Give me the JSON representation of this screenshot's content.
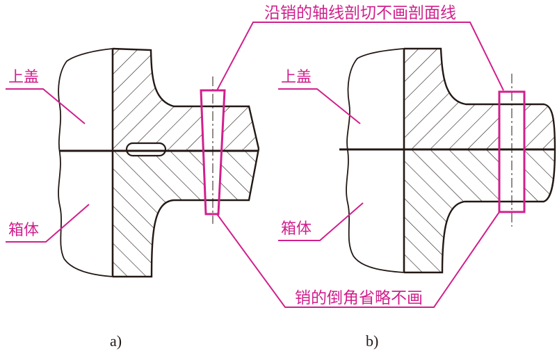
{
  "labels": {
    "top_callout": "沿销的轴线剖切不画剖面线",
    "bottom_callout": "销的倒角省略不画",
    "a_cover": "上盖",
    "a_box": "箱体",
    "b_cover": "上盖",
    "b_box": "箱体",
    "caption_a": "a)",
    "caption_b": "b)"
  },
  "colors": {
    "line": "#231815",
    "highlight": "#d0208c"
  }
}
